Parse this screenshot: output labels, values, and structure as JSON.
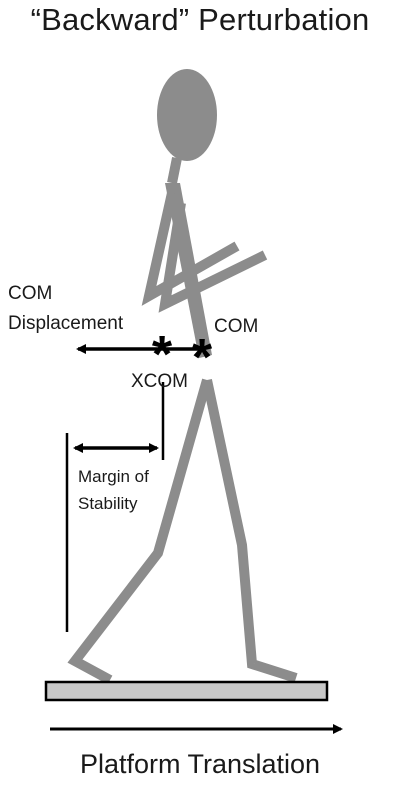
{
  "title": "“Backward” Perturbation",
  "labels": {
    "com_displacement_line1": "COM",
    "com_displacement_line2": "Displacement",
    "com": "COM",
    "xcom": "XCOM",
    "margin_line1": "Margin of",
    "margin_line2": "Stability",
    "platform_translation": "Platform Translation"
  },
  "colors": {
    "figure": "#8c8c8c",
    "platform_fill": "#c8c8c8",
    "line": "#000000"
  }
}
